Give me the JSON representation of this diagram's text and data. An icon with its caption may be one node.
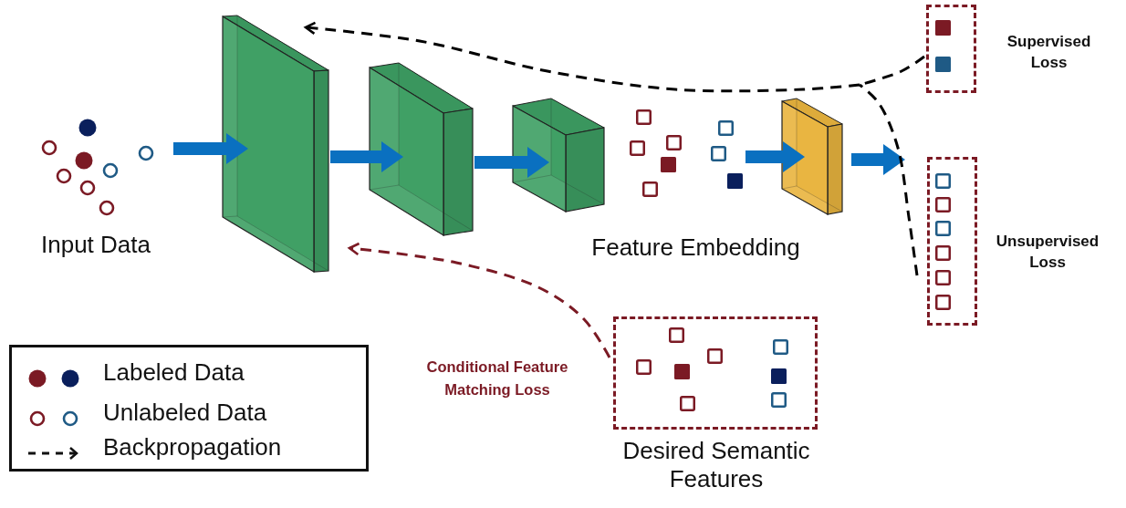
{
  "diagram": {
    "nodes": [
      {
        "text": [
          "Input Data"
        ]
      },
      {
        "text": [],
        "shape": "box"
      },
      {
        "text": [],
        "shape": "box"
      },
      {
        "text": [],
        "shape": "box"
      },
      {
        "text": [
          "Feature Embedding"
        ]
      },
      {
        "text": [],
        "shape": "box"
      },
      {
        "text": [
          "Supervised Loss"
        ]
      },
      {
        "text": [
          "Unsupervised Loss"
        ]
      },
      {
        "text": [
          "Desired Semantic Features"
        ]
      }
    ],
    "edges": [
      {
        "from": 0,
        "to": 1,
        "arrow": "to"
      },
      {
        "from": 1,
        "to": 2,
        "arrow": "to"
      },
      {
        "from": 2,
        "to": 3,
        "arrow": "to"
      },
      {
        "from": 4,
        "to": 5,
        "arrow": "to"
      },
      {
        "from": 5,
        "to": 7,
        "arrow": "to"
      },
      {
        "from": 6,
        "to": 1,
        "arrow": "to",
        "style": "dashed",
        "color": "#000000"
      },
      {
        "from": 7,
        "to": 1,
        "arrow": "to",
        "style": "dashed",
        "color": "#000000"
      },
      {
        "from": 8,
        "to": 1,
        "arrow": "to",
        "label": "Conditional Feature Matching Loss",
        "style": "dashed",
        "color": "#7b1a24"
      }
    ],
    "legend": [
      {
        "text": "Labeled Data"
      },
      {
        "text": "Unlabeled Data"
      },
      {
        "text": "Backpropagation"
      }
    ]
  }
}
